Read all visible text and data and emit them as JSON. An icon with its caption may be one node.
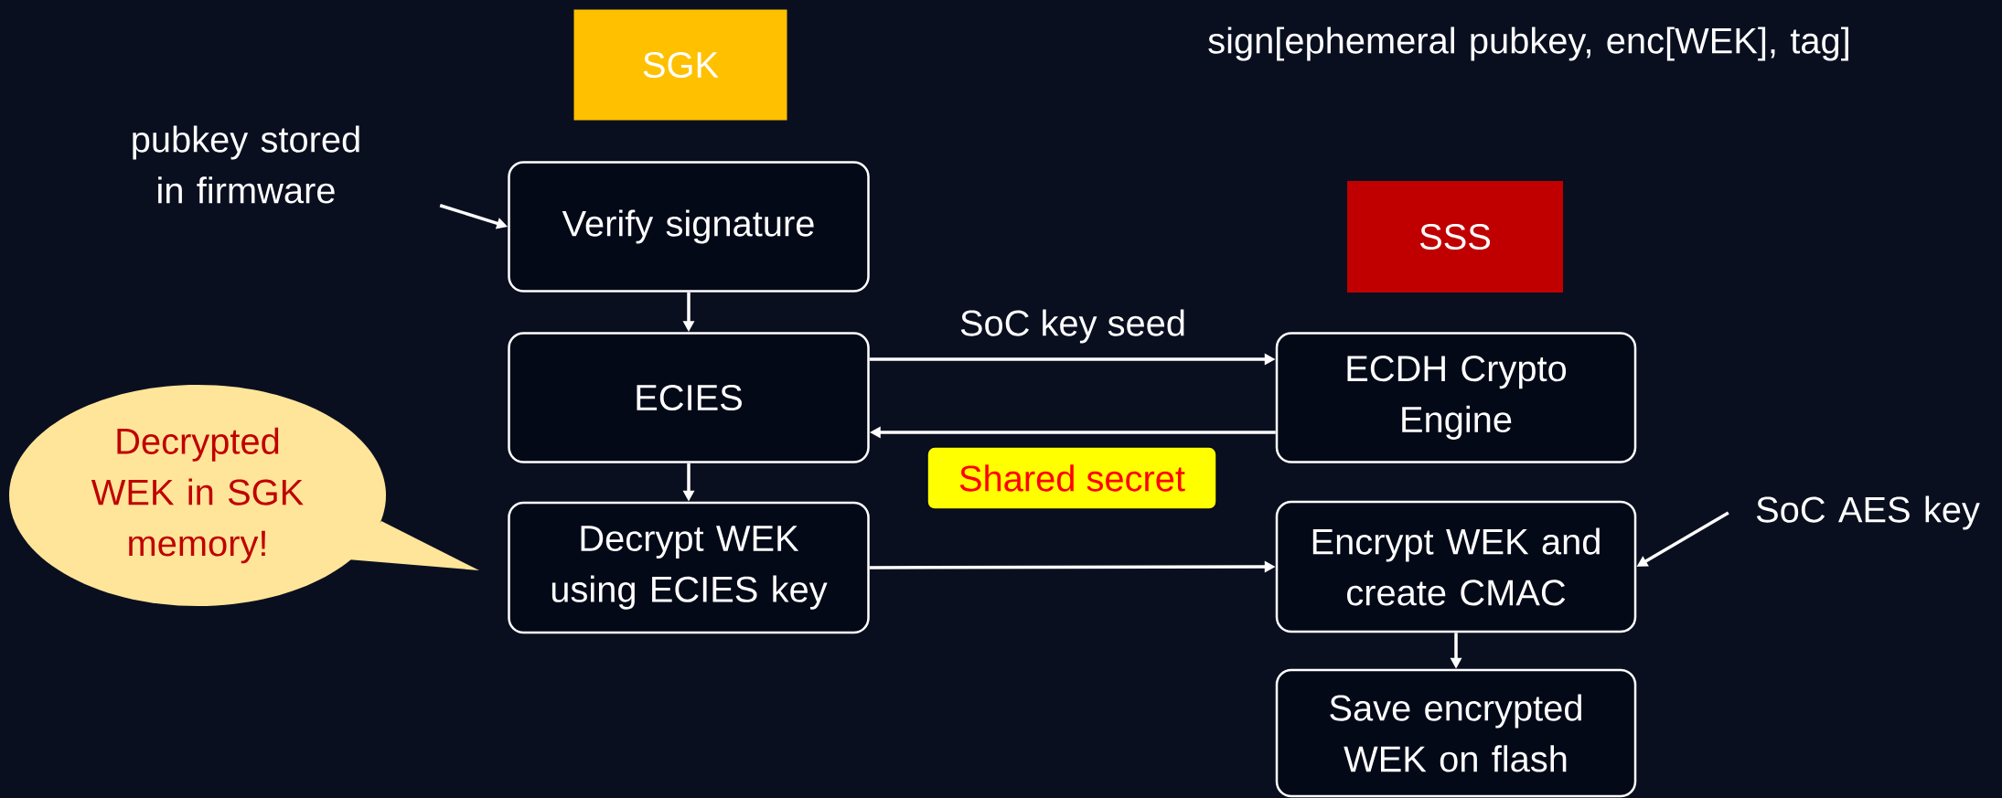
{
  "diagram": {
    "nodes": [
      {
        "text": [
          "SGK"
        ]
      },
      {
        "text": [
          "pubkey stored in firmware"
        ]
      },
      {
        "text": [
          "Verify signature"
        ]
      },
      {
        "text": [
          "SSS"
        ]
      },
      {
        "text": [
          "ECIES"
        ]
      },
      {
        "text": [
          "ECDH Crypto Engine"
        ]
      },
      {
        "text": [
          "Decrypted WEK in SGK memory!"
        ]
      },
      {
        "text": [
          "Decrypt WEK using ECIES key"
        ]
      },
      {
        "text": [
          "Encrypt WEK and create CMAC"
        ]
      },
      {
        "text": [
          "SoC AES key"
        ]
      },
      {
        "text": [
          "Save encrypted WEK on flash"
        ]
      }
    ],
    "edges": [
      {
        "from": 1,
        "to": 2,
        "arrow": "to"
      },
      {
        "from": 2,
        "to": 4,
        "arrow": "to"
      },
      {
        "from": 4,
        "to": 5,
        "arrow": "to",
        "label": "SoC key seed"
      },
      {
        "from": 5,
        "to": 4,
        "arrow": "to",
        "label": "Shared secret"
      },
      {
        "from": 4,
        "to": 7,
        "arrow": "to"
      },
      {
        "from": 7,
        "to": 8,
        "arrow": "to"
      },
      {
        "from": 9,
        "to": 8,
        "arrow": "to"
      },
      {
        "from": 8,
        "to": 10,
        "arrow": "to"
      }
    ],
    "labels": [
      "sign[ephemeral pubkey, enc[WEK], tag]"
    ]
  }
}
